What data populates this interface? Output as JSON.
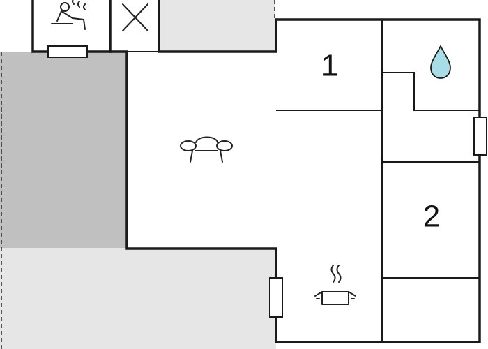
{
  "floorplan": {
    "rooms": [
      {
        "id": "bedroom-1",
        "label": "1"
      },
      {
        "id": "bedroom-2",
        "label": "2"
      }
    ],
    "icons": [
      {
        "id": "sauna",
        "name": "sauna-icon"
      },
      {
        "id": "storage",
        "name": "cross-icon"
      },
      {
        "id": "bathroom",
        "name": "water-drop-icon"
      },
      {
        "id": "living",
        "name": "sofa-icon"
      },
      {
        "id": "kitchen",
        "name": "cooking-pot-icon"
      }
    ],
    "colors": {
      "wall": "#1a1a1a",
      "covered_terrace": "#c0c0c0",
      "open_terrace": "#e6e6e6",
      "water_drop": "#a8dde6",
      "floor": "#ffffff"
    }
  }
}
